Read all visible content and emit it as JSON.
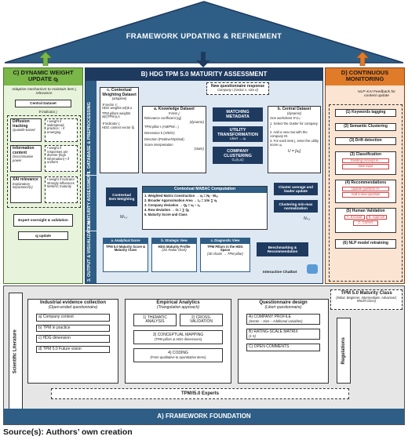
{
  "roof": {
    "title": "FRAMEWORK UPDATING & REFINEMENT"
  },
  "c_panel": {
    "header": "C) DYNAMIC WEIGHT UPDATE qⱼ",
    "subtitle": "Adaptive mechanism to maintain item j relevance",
    "central": "Central Dataset",
    "indicator": "∀ indicator j",
    "diffusion_title": "Diffusion tracking",
    "diffusion_sub": "Quantile-based",
    "diffusion_note": "• weight if widespread practice; ↑ if emerging",
    "info_title": "Information content",
    "info_sub": "Discriminative power",
    "info_note": "• weight if responses are diverse (high information) • if uniform",
    "xai_title": "XAI relevance",
    "xai_sub": "Explanatory importance(s)",
    "xai_note": "• weight if indicator strongly influences MABAC maturity",
    "expert": "Expert oversight & validation",
    "update": "qⱼ update"
  },
  "b_panel": {
    "header": "B) HDG TPM 5.0 MATURITY ASSESSMENT",
    "s1": "1. DATABASE & PREPROCESSING",
    "s2": "2. MATURITY ASSESSMENT",
    "s3": "3. OUTPUT & VISUALIZATION",
    "cw_title": "c. Contextual Weighting Dataset",
    "cw_sub": "(adaptive)",
    "cw_vj": "∀ sector s:",
    "cw_l1": "HDG weights w(t)k,s",
    "cw_l2": "TPM pillars weights w(t)TPM p,s",
    "cw_vk": "∀ indicator j:",
    "cw_l3": "HDG context vector δj",
    "kb_title": "a. Knowledge Dataset",
    "kb_sub": "∀ item j:",
    "kb_items": [
      "Relevance coefficient (qj)",
      "TPM pillar ℓ (AM/PM/...)",
      "Dimension k (H/D/G)",
      "Direction (Positive/Optimal)",
      "Score interpretation"
    ],
    "kb_dyn": "(dynamic)",
    "kb_static": "(static)",
    "nqr": "New questionnaire response",
    "nqr_sub": "Company i (sector s, size σ)",
    "mm": "MATCHING METADATA",
    "ut": "UTILITY TRANSFORMATION",
    "ut_sub": "Likert → uᵢⱼ",
    "cc": "COMPANY CLUSTERING",
    "cc_sub": "Gₖ(sᵢ,σᵢ)",
    "cd_title": "b. Central Dataset",
    "cd_sub": "(dynamic)",
    "cd_each": "One worksheet ∀ Gₖ:",
    "cd_items": [
      "1. Select the cluster for company i",
      "2. Add a new row with the company ID.",
      "3. For each item j, enter the utility score uᵢⱼ"
    ],
    "cd_formula": "U = [uᵢⱼ]",
    "ciw": "Contextual Item Weighting",
    "wkj": "Wₖ,ⱼ",
    "mabac_title": "Contextual MABAC Computation",
    "mabac_steps": [
      "1. Weighted Matrix Construction → vᵢⱼ = Nᵢⱼ · Wₖⱼ",
      "2. Broader Approximation Area → Lⱼ = 1/m ∑ vᵢⱼ",
      "3. Company deviation → Qᵢⱼ = vᵢⱼ − Lⱼ",
      "4. Row deviation → Oᵢ = ∑ Qᵢⱼ",
      "5. Maturity Score and Class"
    ],
    "cluster_avg": "Cluster average and leader update",
    "cluster_norm": "Clustering min-max normalization",
    "nkj": "Nₖ,ⱼ",
    "out_a": "a. Analytical Score",
    "out_a_body": "TPM 5.0 Maturity Score & Maturity Class",
    "out_b": "b. Strategic View",
    "out_b_body": "HDG Maturity Profile",
    "out_b_sub": "(2D Radar chart)",
    "out_c": "c. Diagnostic View",
    "out_c_body": "TPM Pillars in the HDG Space",
    "out_c_sub": "(3D charts → TPM pillar)",
    "bench": "Benchmarking & Recommendation",
    "chatbot": "Interactive Chatbot"
  },
  "d_panel": {
    "header": "D) CONTINUOUS MONITORING",
    "nlp": "NLP-XAI Feedback for content update",
    "steps": [
      "(1) Keywords tagging",
      "(2) Semantic Clustering",
      "(3) Drift detection",
      "(3) Classification",
      "(4) Recommendations",
      "(5) Human Validation",
      "(6) NLP model retraining"
    ],
    "class_sub": [
      "Existing concept in -",
      "New input"
    ],
    "rec_sub": [
      "Update question re-",
      "Add a new question"
    ],
    "hv_sub": [
      "A. Exclude",
      "B. Approve",
      "C. Correct"
    ]
  },
  "foundation": {
    "header": "A) FRAMEWORK FOUNDATION",
    "lit": "Scientific Literature",
    "regs": "Regulations",
    "ind_title": "Industrial evidence collection",
    "ind_sub": "(Open-ended questionnaire)",
    "ind_items": [
      "a) Company context",
      "b) TPM in practice",
      "c) HDG dimension",
      "d) TPM 5.0 Future vision"
    ],
    "emp_title": "Empirical Analytics",
    "emp_sub": "(Triangulation approach)",
    "emp_items": [
      "1) THEMATIC ANALYSIS",
      "2) CROSS-VALIDATION",
      "3) CONCEPTUAL MAPPING",
      "4) CODING"
    ],
    "emp_notes": [
      "(TPM pillars & HDG dimensions)",
      "(From qualitative to quantitative items)"
    ],
    "q_title": "Questionnaire design",
    "q_sub": "(Likert questionnaire)",
    "q_items": [
      "A) COMPANY PROFILE",
      "B) RATING-SCALE MATRIX",
      "C) OPEN COMMENTS"
    ],
    "q_notes": [
      "(Sector – Size – Additional variables)",
      "(1-5)"
    ],
    "class_title": "TPM 5.0 Maturity Class",
    "class_sub": "(Initial, Beginner, Intermediate, Advanced, World-Class)",
    "experts": "TPM/I5.0 Experts"
  },
  "source": "Source(s): Authors’ own creation",
  "colors": {
    "navy": "#1f3a5f",
    "steel": "#2e5e86",
    "green": "#7ab648",
    "orange": "#e07b2a",
    "gray": "#d9d9d9",
    "light_green": "#e8f3dc",
    "light_orange": "#fbe4d2",
    "light_blue": "#dde8f3"
  }
}
